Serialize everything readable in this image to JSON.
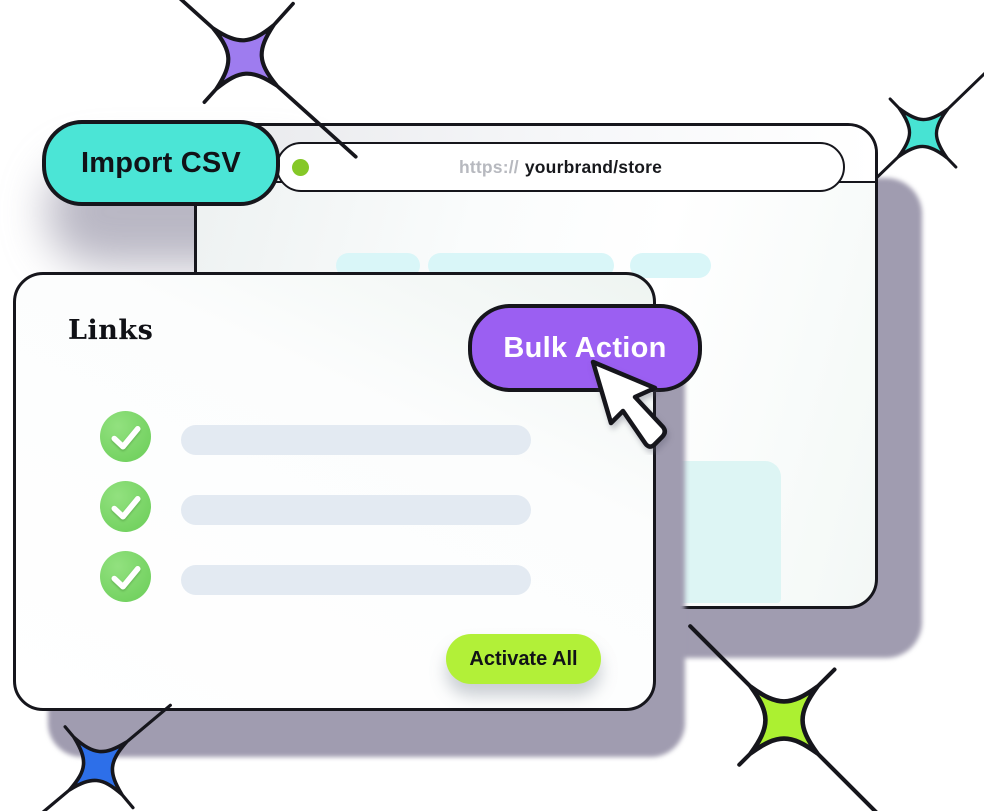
{
  "import_button": {
    "label": "Import CSV",
    "bg": "#4BE5D6"
  },
  "browser": {
    "url": {
      "scheme": "https://",
      "path": "yourbrand/store"
    },
    "connection_dot_color": "#85C827",
    "placeholder_chip_color": "#D9F6F8",
    "placeholder_panel_color": "#DDF5F4"
  },
  "links_card": {
    "title": "Links",
    "rows": [
      {
        "checked": true
      },
      {
        "checked": true
      },
      {
        "checked": true
      }
    ],
    "check_color": "#74D261",
    "bar_color": "#E3EAF2",
    "activate_button_label": "Activate All",
    "activate_button_bg": "#B2F038"
  },
  "bulk_action": {
    "label": "Bulk Action",
    "bg": "#9B5FF2"
  },
  "decor": {
    "shadow_color": "#A09CB0",
    "stars": [
      {
        "name": "star-purple",
        "color": "#9E7CEF"
      },
      {
        "name": "star-teal",
        "color": "#47E3D3"
      },
      {
        "name": "star-blue",
        "color": "#2D6FE9"
      },
      {
        "name": "star-lime",
        "color": "#ACF031"
      }
    ]
  }
}
